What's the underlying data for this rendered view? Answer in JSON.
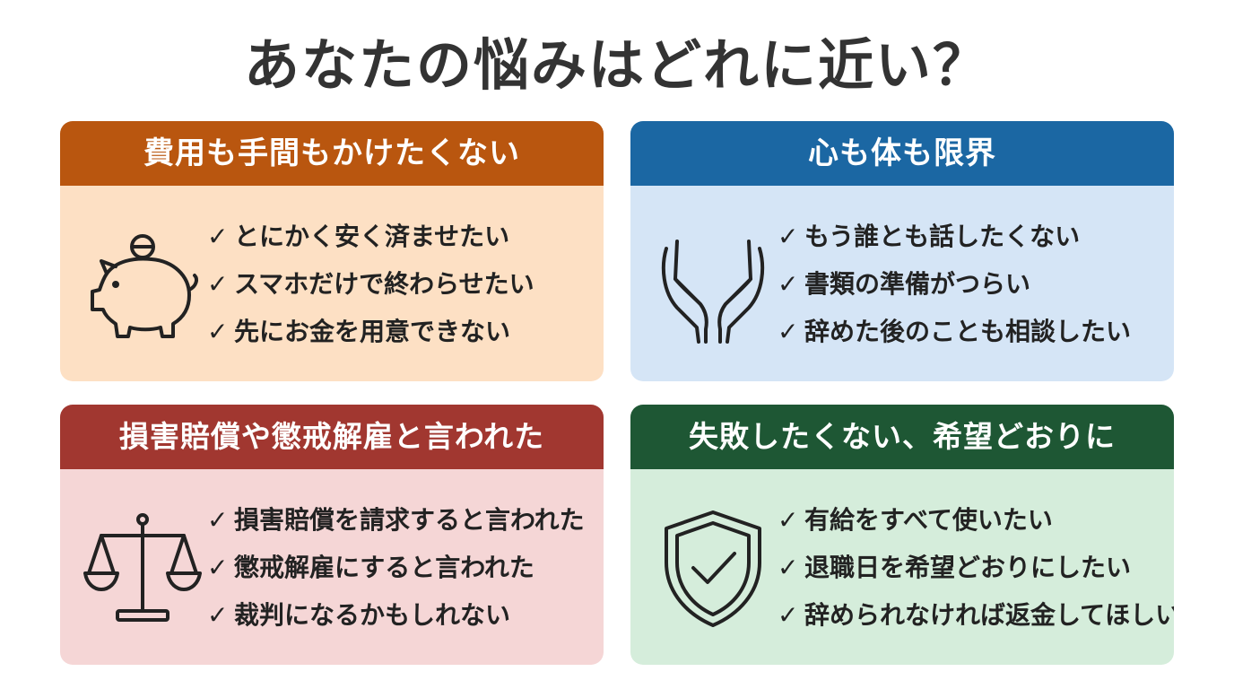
{
  "title": "あなたの悩みはどれに近い？",
  "check_mark": "✓",
  "cards": [
    {
      "header": "費用も手間もかけたくない",
      "icon": "piggy-bank-icon",
      "header_color": "#b9560f",
      "body_color": "#fde0c4",
      "items": [
        "とにかく安く済ませたい",
        "スマホだけで終わらせたい",
        "先にお金を用意できない"
      ]
    },
    {
      "header": "心も体も限界",
      "icon": "caring-hands-icon",
      "header_color": "#1b67a3",
      "body_color": "#d5e5f6",
      "items": [
        "もう誰とも話したくない",
        "書類の準備がつらい",
        "辞めた後のことも相談したい"
      ]
    },
    {
      "header": "損害賠償や懲戒解雇と言われた",
      "icon": "scales-icon",
      "header_color": "#a13730",
      "body_color": "#f5d6d6",
      "items": [
        "損害賠償を請求すると言われた",
        "懲戒解雇にすると言われた",
        "裁判になるかもしれない"
      ]
    },
    {
      "header": "失敗したくない、希望どおりに",
      "icon": "shield-check-icon",
      "header_color": "#1e5734",
      "body_color": "#d5eddb",
      "items": [
        "有給をすべて使いたい",
        "退職日を希望どおりにしたい",
        "辞められなければ返金してほしい"
      ]
    }
  ]
}
